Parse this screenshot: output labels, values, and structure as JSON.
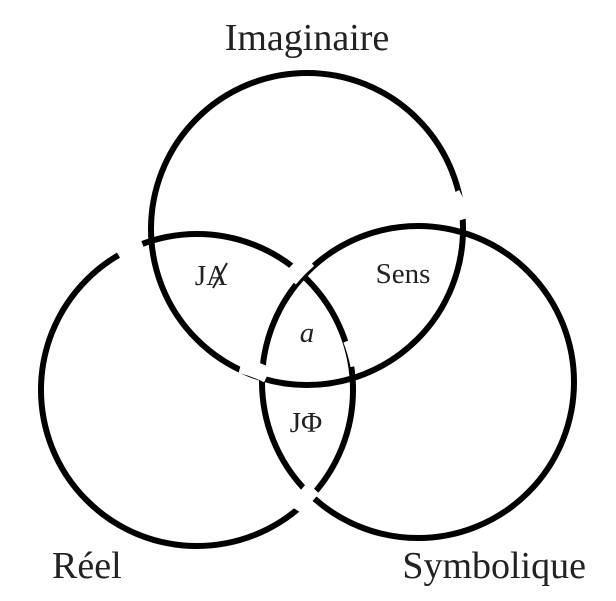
{
  "rings": {
    "imaginaire": "Imaginaire",
    "reel": "Réel",
    "symbolique": "Symbolique"
  },
  "regions": {
    "imaginaire_reel": "JA",
    "imaginaire_symbolique": "Sens",
    "center": "a",
    "reel_symbolique": "JΦ"
  },
  "colors": {
    "stroke": "#000000",
    "background": "#ffffff",
    "text": "#222222"
  }
}
